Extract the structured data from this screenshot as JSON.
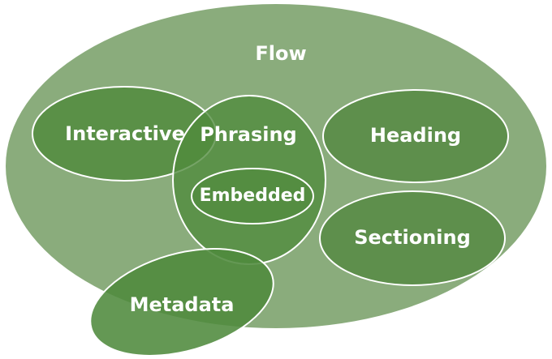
{
  "categories": {
    "flow": "Flow",
    "interactive": "Interactive",
    "phrasing": "Phrasing",
    "embedded": "Embedded",
    "heading": "Heading",
    "sectioning": "Sectioning",
    "metadata": "Metadata"
  },
  "colors": {
    "flow_fill": "#8aac7c",
    "category_fill": "#4f8a3c",
    "outline": "#ffffff",
    "text": "#ffffff"
  }
}
